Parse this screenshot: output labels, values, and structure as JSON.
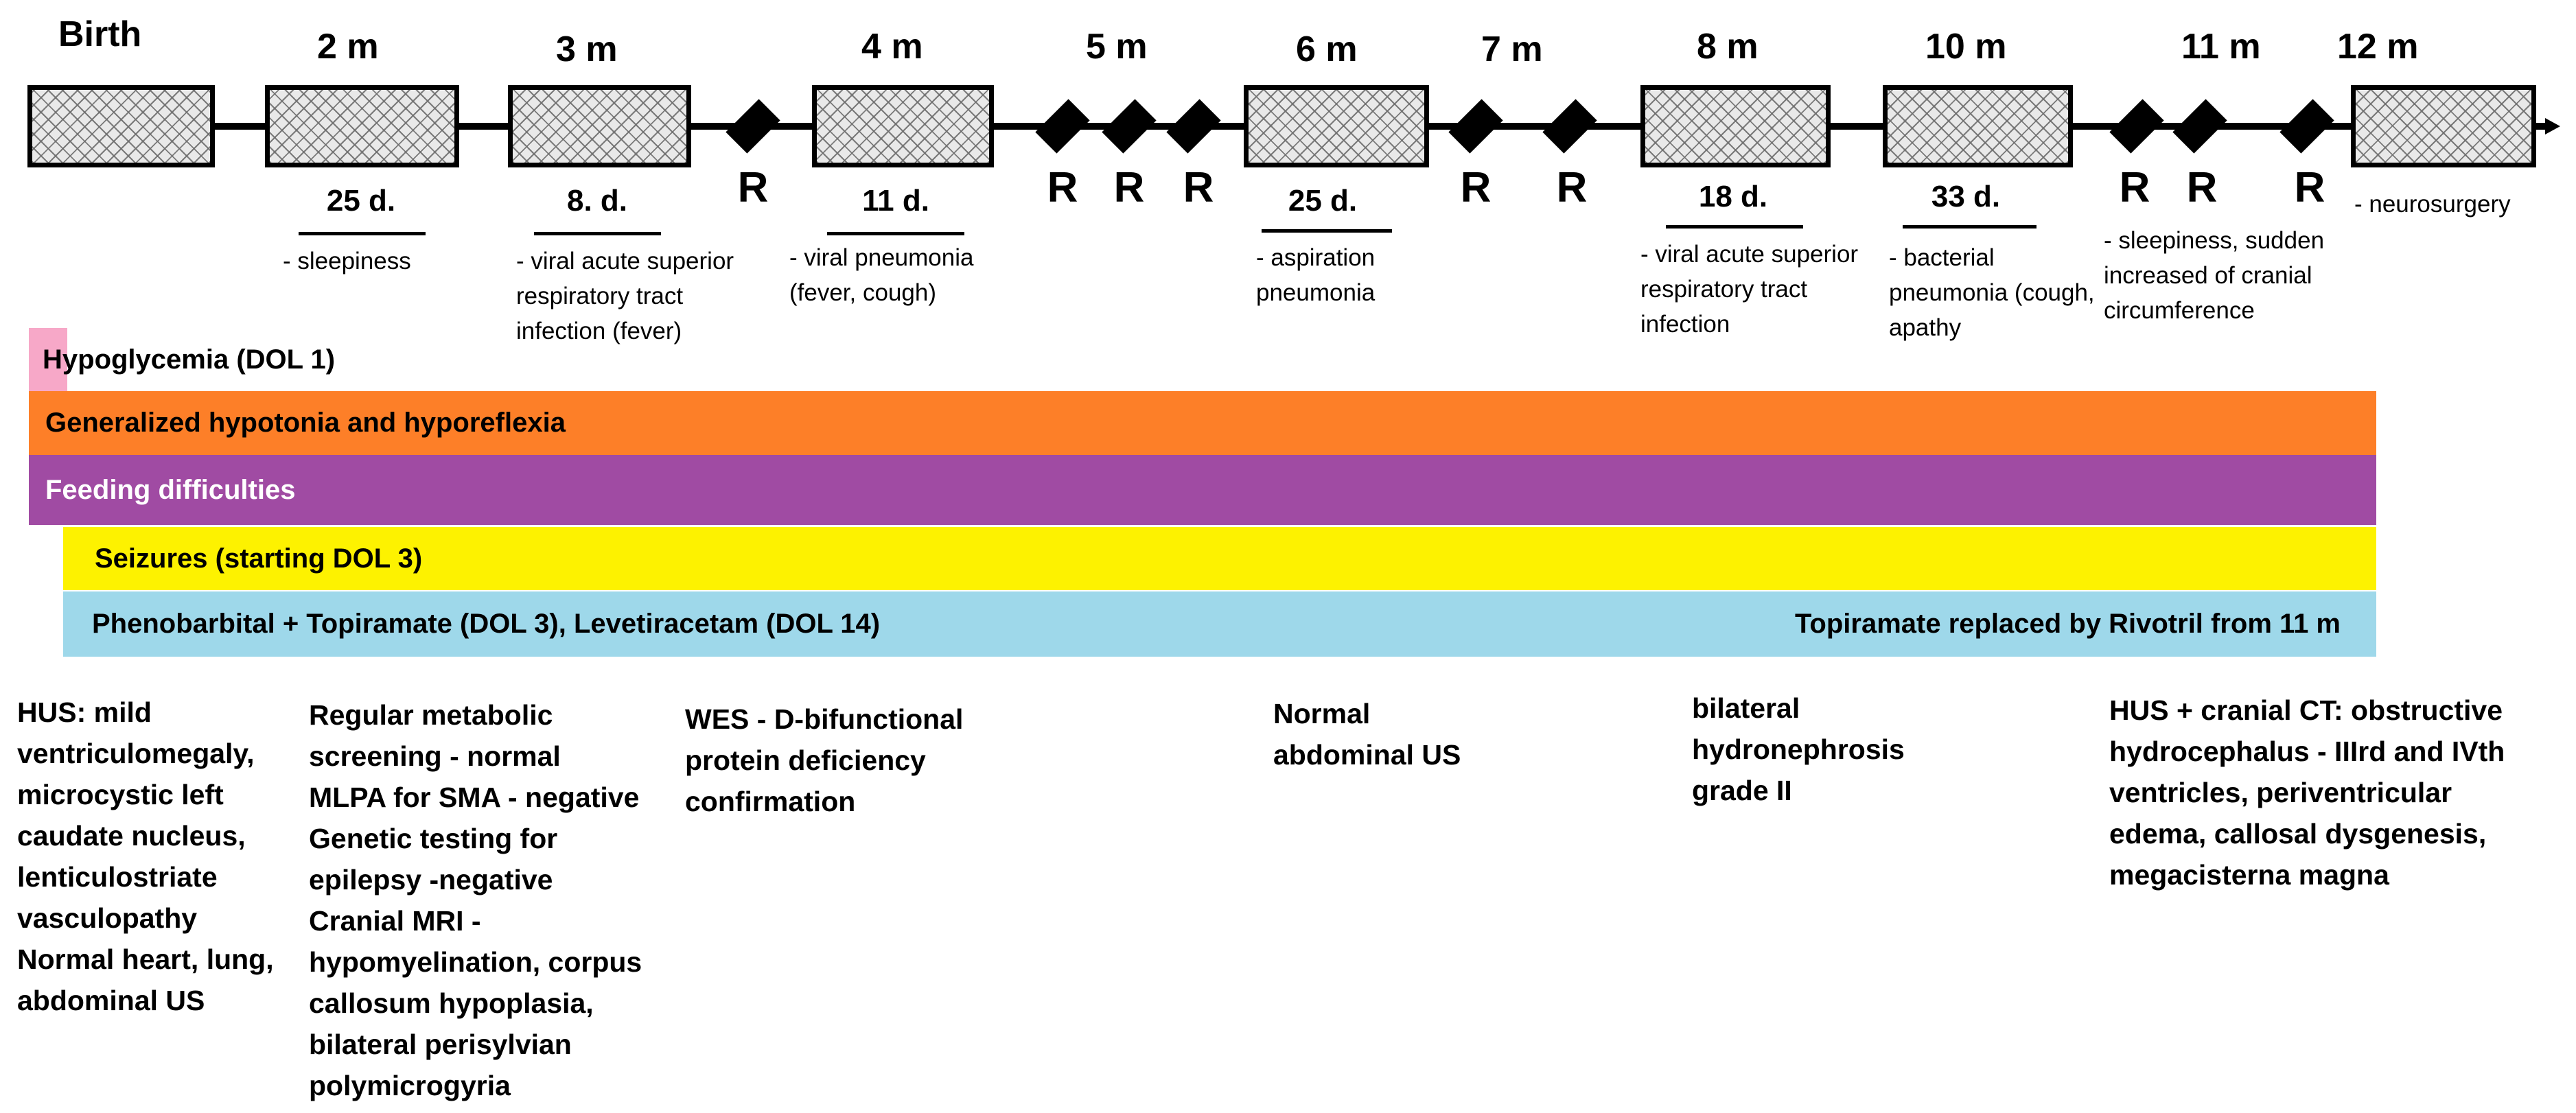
{
  "timeline": {
    "months": [
      "Birth",
      "2 m",
      "3 m",
      "4 m",
      "5 m",
      "6 m",
      "7 m",
      "8 m",
      "10 m",
      "11 m",
      "12 m"
    ],
    "readmission_marker": "R",
    "hospitalizations": [
      {
        "duration": "25 d.",
        "event": "- sleepiness"
      },
      {
        "duration": "8. d.",
        "event": "- viral acute superior respiratory tract infection (fever)"
      },
      {
        "duration": "11 d.",
        "event": "- viral pneumonia (fever, cough)"
      },
      {
        "duration": "25 d.",
        "event": "- aspiration pneumonia"
      },
      {
        "duration": "18 d.",
        "event": "- viral acute superior respiratory tract infection"
      },
      {
        "duration": "33 d.",
        "event": "- bacterial pneumonia (cough, apathy"
      },
      {
        "duration": "",
        "event": "- sleepiness, sudden increased of cranial circumference"
      },
      {
        "duration": "",
        "event": "- neurosurgery"
      }
    ]
  },
  "bands": {
    "hypoglycemia": {
      "label": "Hypoglycemia (DOL 1)",
      "color": "#f7a8c8"
    },
    "hypotonia": {
      "label": "Generalized hypotonia and hyporeflexia",
      "color": "#fd7f28"
    },
    "feeding": {
      "label": "Feeding difficulties",
      "color": "#a04ba3"
    },
    "seizures": {
      "label": "Seizures (starting DOL 3)",
      "color": "#fdf200"
    },
    "treatment": {
      "label": "Phenobarbital + Topiramate (DOL 3), Levetiracetam (DOL 14)",
      "label_right": "Topiramate replaced by Rivotril from 11 m",
      "color": "#9ed8ea"
    }
  },
  "findings": [
    "HUS: mild ventriculomegaly, microcystic left caudate nucleus, lenticulostriate vasculopathy\nNormal heart, lung, abdominal US",
    "Regular metabolic screening - normal\nMLPA for SMA - negative\nGenetic testing for epilepsy -negative\nCranial MRI - hypomyelination, corpus callosum hypoplasia, bilateral perisylvian polymicrogyria",
    "WES - D-bifunctional protein deficiency confirmation",
    "Normal abdominal US",
    "bilateral hydronephrosis grade II",
    "HUS + cranial CT: obstructive hydrocephalus - IIIrd and IVth ventricles, periventricular edema, callosal dysgenesis, megacisterna magna"
  ]
}
